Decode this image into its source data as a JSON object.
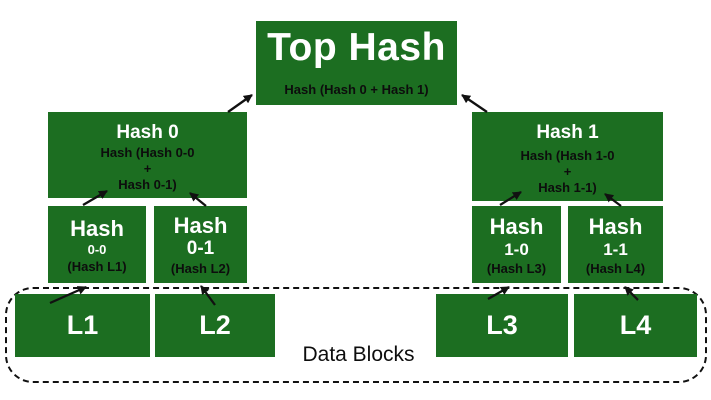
{
  "colors": {
    "node_green": "#1c6e21",
    "title_text": "#ffffff",
    "hash_text": "#0d0d0d",
    "arrow": "#111111",
    "background": "#ffffff"
  },
  "nodes": {
    "top_hash": {
      "title": "Top Hash",
      "formula": "Hash (Hash 0 + Hash 1)"
    },
    "hash_0": {
      "title": "Hash 0",
      "formula_line1": "Hash (Hash 0-0",
      "formula_line2": "+",
      "formula_line3": "Hash 0-1)"
    },
    "hash_1": {
      "title": "Hash 1",
      "formula_line1": "Hash (Hash 1-0",
      "formula_line2": "+",
      "formula_line3": "Hash 1-1)"
    },
    "hash_0_0": {
      "title": "Hash",
      "suffix": "0-0",
      "formula": "(Hash L1)"
    },
    "hash_0_1": {
      "title": "Hash",
      "suffix": "0-1",
      "formula": "(Hash L2)"
    },
    "hash_1_0": {
      "title": "Hash",
      "suffix": "1-0",
      "formula": "(Hash L3)"
    },
    "hash_1_1": {
      "title": "Hash",
      "suffix": "1-1",
      "formula": "(Hash L4)"
    },
    "leaf_l1": {
      "label": "L1"
    },
    "leaf_l2": {
      "label": "L2"
    },
    "leaf_l3": {
      "label": "L3"
    },
    "leaf_l4": {
      "label": "L4"
    }
  },
  "labels": {
    "data_blocks": "Data Blocks"
  }
}
